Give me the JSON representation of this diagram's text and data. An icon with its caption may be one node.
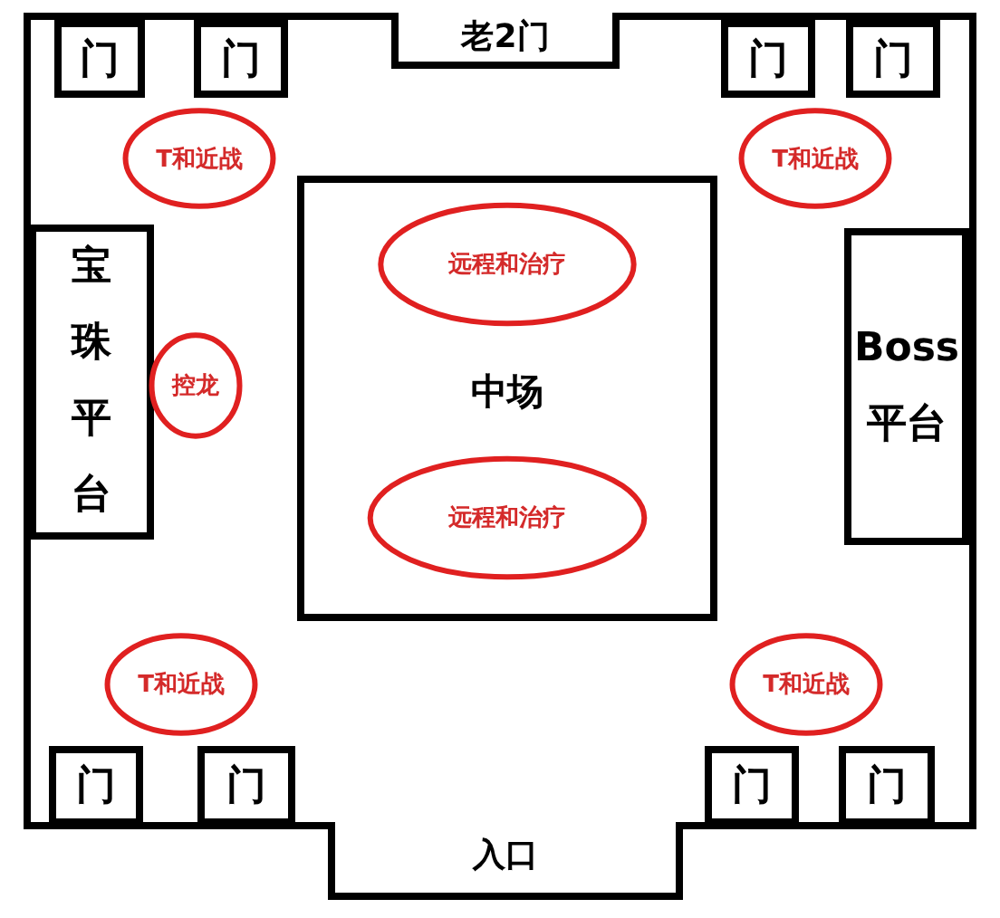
{
  "diagram": {
    "nodes": [
      {
        "text": [
          "门"
        ]
      },
      {
        "text": [
          "门"
        ]
      },
      {
        "text": [
          "门"
        ]
      },
      {
        "text": [
          "门"
        ]
      },
      {
        "text": [
          "T和近战"
        ]
      },
      {
        "text": [
          "T和近战"
        ]
      },
      {
        "text": [
          "宝珠平台"
        ]
      },
      {
        "text": [
          "中场"
        ]
      },
      {
        "text": [
          "远程和治疗"
        ],
        "in": 7
      },
      {
        "text": [
          "控龙"
        ]
      },
      {
        "text": [
          "Boss平台"
        ]
      },
      {
        "text": [
          "远程和治疗"
        ],
        "in": 7
      },
      {
        "text": [
          "T和近战"
        ]
      },
      {
        "text": [
          "T和近战"
        ]
      },
      {
        "text": [
          "门"
        ]
      },
      {
        "text": [
          "门"
        ]
      },
      {
        "text": [
          "门"
        ]
      },
      {
        "text": [
          "门"
        ]
      }
    ],
    "labels": [
      "老2门",
      "入口"
    ]
  }
}
